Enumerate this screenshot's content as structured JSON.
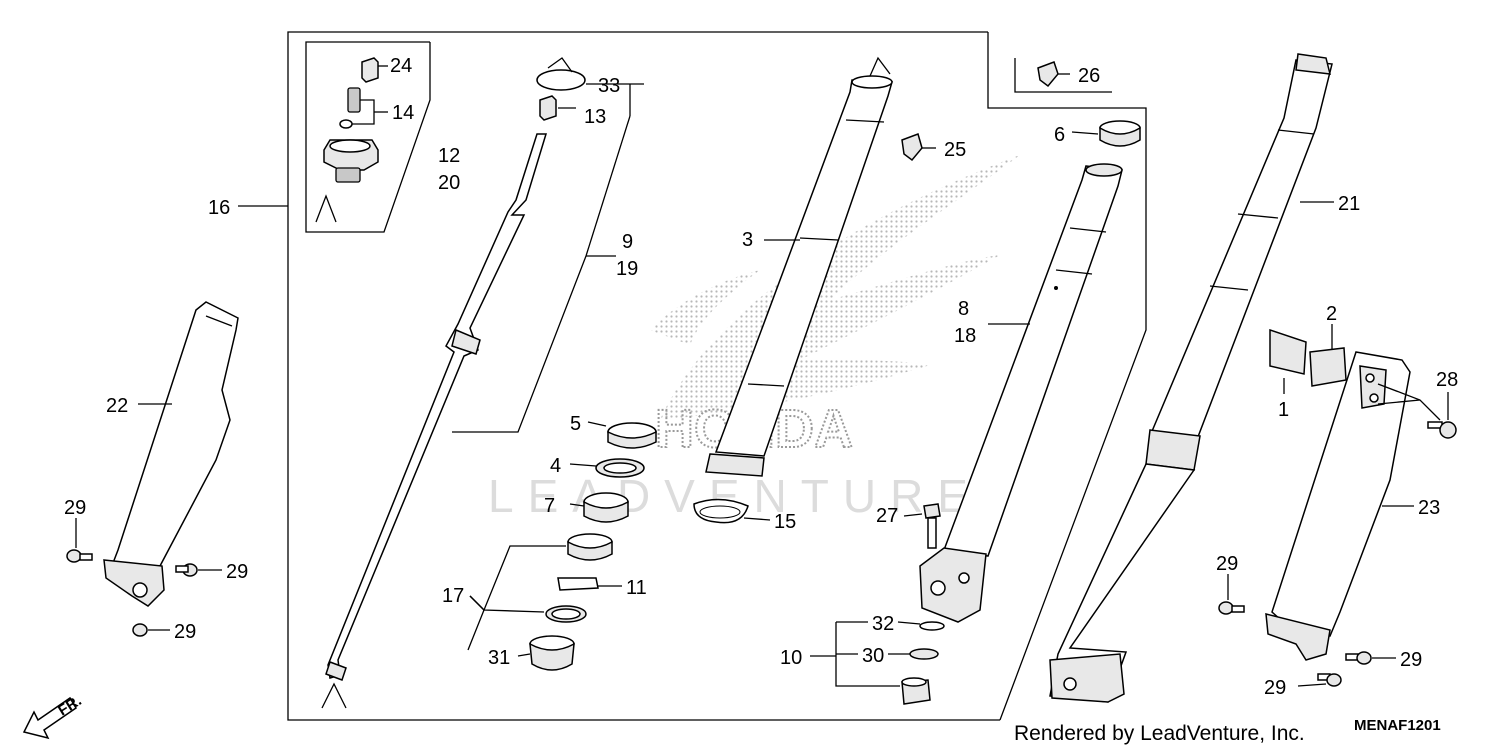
{
  "callouts": {
    "c1": "1",
    "c2": "2",
    "c3": "3",
    "c4": "4",
    "c5": "5",
    "c6": "6",
    "c7": "7",
    "c8": "8",
    "c18": "18",
    "c9": "9",
    "c19": "19",
    "c10": "10",
    "c11": "11",
    "c12": "12",
    "c20": "20",
    "c13": "13",
    "c14": "14",
    "c15": "15",
    "c16": "16",
    "c17": "17",
    "c21": "21",
    "c22": "22",
    "c23": "23",
    "c24": "24",
    "c25": "25",
    "c26": "26",
    "c27": "27",
    "c28": "28",
    "c29a": "29",
    "c29b": "29",
    "c29c": "29",
    "c29d": "29",
    "c29e": "29",
    "c29f": "29",
    "c30": "30",
    "c31": "31",
    "c32": "32",
    "c33": "33"
  },
  "direction_label": "FR.",
  "watermark": {
    "brand": "HONDA",
    "text": "LEADVENTURE"
  },
  "footer": {
    "credit": "Rendered by LeadVenture, Inc.",
    "diagram_code": "MENAF1201"
  }
}
